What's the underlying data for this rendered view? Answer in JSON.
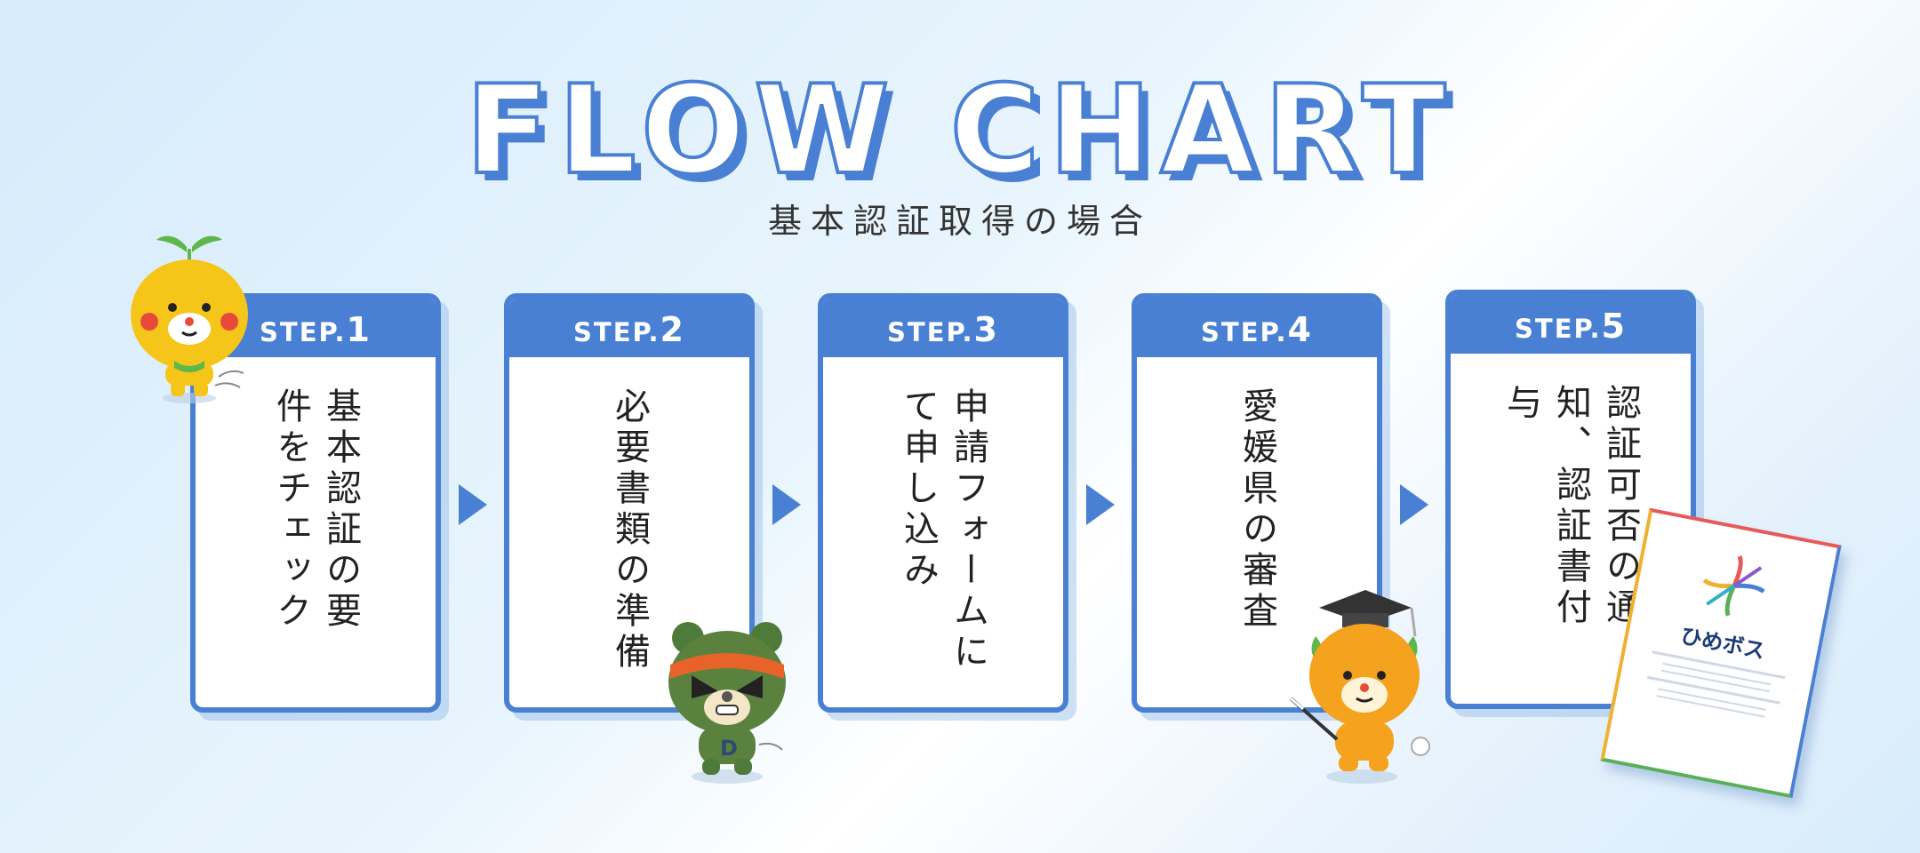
{
  "header": {
    "title": "FLOW CHART",
    "subtitle": "基本認証取得の場合"
  },
  "steps": [
    {
      "label": "STEP.",
      "number": "1",
      "text": "基本認証の要件をチェック"
    },
    {
      "label": "STEP.",
      "number": "2",
      "text": "必要書類の準備"
    },
    {
      "label": "STEP.",
      "number": "3",
      "text": "申請フォームにて申し込み"
    },
    {
      "label": "STEP.",
      "number": "4",
      "text": "愛媛県の審査"
    },
    {
      "label": "STEP.",
      "number": "5",
      "text": "認証可否の通知、認証書付与"
    }
  ],
  "certificate": {
    "brand": "ひめボス"
  },
  "colors": {
    "accent": "#4a80d4",
    "text": "#222222"
  },
  "icons": [
    "right-arrow-icon",
    "mascot-mikyan-icon",
    "mascot-dark-mikyan-icon",
    "mascot-graduate-icon",
    "certificate-logo-icon"
  ]
}
